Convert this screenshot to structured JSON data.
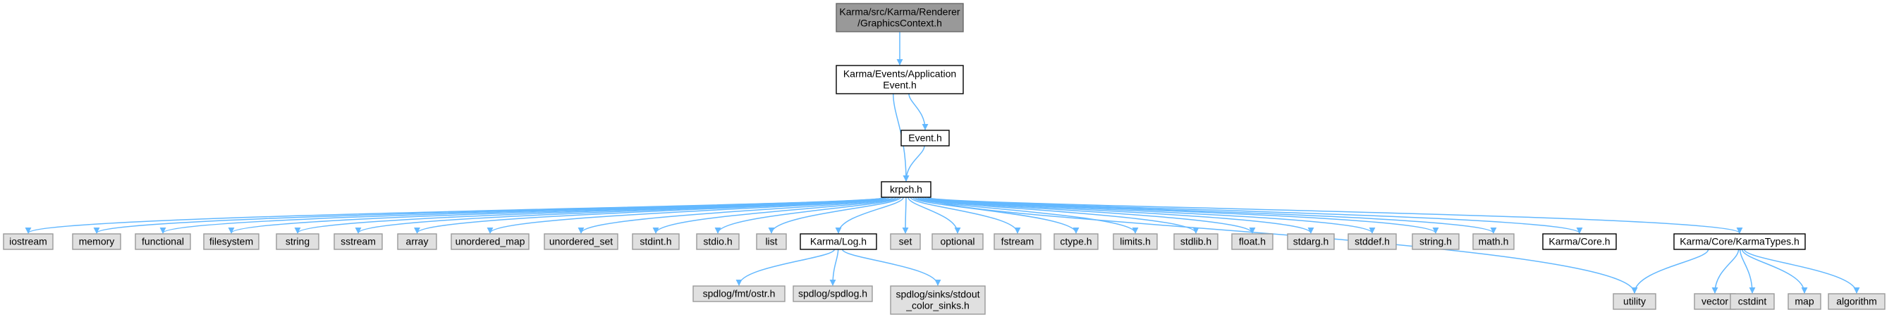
{
  "colors": {
    "edge": "#63b8ff",
    "root_fill": "#999999",
    "root_border": "#666666",
    "local_fill": "#ffffff",
    "local_border": "#000000",
    "system_fill": "#e0e0e0",
    "system_border": "#999999"
  },
  "nodes": {
    "graphics_context": {
      "lines": [
        "Karma/src/Karma/Renderer",
        "/GraphicsContext.h"
      ],
      "kind": "root"
    },
    "app_event": {
      "lines": [
        "Karma/Events/Application",
        "Event.h"
      ],
      "kind": "local"
    },
    "event": {
      "lines": [
        "Event.h"
      ],
      "kind": "local"
    },
    "krpch": {
      "lines": [
        "krpch.h"
      ],
      "kind": "local"
    },
    "iostream": {
      "lines": [
        "iostream"
      ],
      "kind": "system"
    },
    "memory": {
      "lines": [
        "memory"
      ],
      "kind": "system"
    },
    "functional": {
      "lines": [
        "functional"
      ],
      "kind": "system"
    },
    "filesystem": {
      "lines": [
        "filesystem"
      ],
      "kind": "system"
    },
    "string": {
      "lines": [
        "string"
      ],
      "kind": "system"
    },
    "sstream": {
      "lines": [
        "sstream"
      ],
      "kind": "system"
    },
    "array": {
      "lines": [
        "array"
      ],
      "kind": "system"
    },
    "unordered_map": {
      "lines": [
        "unordered_map"
      ],
      "kind": "system"
    },
    "unordered_set": {
      "lines": [
        "unordered_set"
      ],
      "kind": "system"
    },
    "stdint": {
      "lines": [
        "stdint.h"
      ],
      "kind": "system"
    },
    "stdio": {
      "lines": [
        "stdio.h"
      ],
      "kind": "system"
    },
    "list": {
      "lines": [
        "list"
      ],
      "kind": "system"
    },
    "log": {
      "lines": [
        "Karma/Log.h"
      ],
      "kind": "local"
    },
    "set": {
      "lines": [
        "set"
      ],
      "kind": "system"
    },
    "optional": {
      "lines": [
        "optional"
      ],
      "kind": "system"
    },
    "fstream": {
      "lines": [
        "fstream"
      ],
      "kind": "system"
    },
    "ctype": {
      "lines": [
        "ctype.h"
      ],
      "kind": "system"
    },
    "limits": {
      "lines": [
        "limits.h"
      ],
      "kind": "system"
    },
    "stdlib": {
      "lines": [
        "stdlib.h"
      ],
      "kind": "system"
    },
    "float": {
      "lines": [
        "float.h"
      ],
      "kind": "system"
    },
    "stdarg": {
      "lines": [
        "stdarg.h"
      ],
      "kind": "system"
    },
    "stddef": {
      "lines": [
        "stddef.h"
      ],
      "kind": "system"
    },
    "string_h": {
      "lines": [
        "string.h"
      ],
      "kind": "system"
    },
    "math": {
      "lines": [
        "math.h"
      ],
      "kind": "system"
    },
    "core": {
      "lines": [
        "Karma/Core.h"
      ],
      "kind": "local"
    },
    "karma_types": {
      "lines": [
        "Karma/Core/KarmaTypes.h"
      ],
      "kind": "local"
    },
    "ostr": {
      "lines": [
        "spdlog/fmt/ostr.h"
      ],
      "kind": "system"
    },
    "spdlog": {
      "lines": [
        "spdlog/spdlog.h"
      ],
      "kind": "system"
    },
    "stdout_sinks": {
      "lines": [
        "spdlog/sinks/stdout",
        "_color_sinks.h"
      ],
      "kind": "system"
    },
    "utility": {
      "lines": [
        "utility"
      ],
      "kind": "system"
    },
    "vector": {
      "lines": [
        "vector"
      ],
      "kind": "system"
    },
    "cstdint": {
      "lines": [
        "cstdint"
      ],
      "kind": "system"
    },
    "map": {
      "lines": [
        "map"
      ],
      "kind": "system"
    },
    "algorithm": {
      "lines": [
        "algorithm"
      ],
      "kind": "system"
    }
  },
  "edges": [
    [
      "graphics_context",
      "app_event"
    ],
    [
      "app_event",
      "krpch"
    ],
    [
      "app_event",
      "event"
    ],
    [
      "event",
      "krpch"
    ],
    [
      "krpch",
      "iostream"
    ],
    [
      "krpch",
      "memory"
    ],
    [
      "krpch",
      "functional"
    ],
    [
      "krpch",
      "filesystem"
    ],
    [
      "krpch",
      "string"
    ],
    [
      "krpch",
      "sstream"
    ],
    [
      "krpch",
      "array"
    ],
    [
      "krpch",
      "unordered_map"
    ],
    [
      "krpch",
      "unordered_set"
    ],
    [
      "krpch",
      "stdint"
    ],
    [
      "krpch",
      "stdio"
    ],
    [
      "krpch",
      "list"
    ],
    [
      "krpch",
      "log"
    ],
    [
      "krpch",
      "set"
    ],
    [
      "krpch",
      "optional"
    ],
    [
      "krpch",
      "fstream"
    ],
    [
      "krpch",
      "ctype"
    ],
    [
      "krpch",
      "limits"
    ],
    [
      "krpch",
      "stdlib"
    ],
    [
      "krpch",
      "float"
    ],
    [
      "krpch",
      "stdarg"
    ],
    [
      "krpch",
      "stddef"
    ],
    [
      "krpch",
      "string_h"
    ],
    [
      "krpch",
      "math"
    ],
    [
      "krpch",
      "core"
    ],
    [
      "krpch",
      "karma_types"
    ],
    [
      "krpch",
      "utility"
    ],
    [
      "log",
      "ostr"
    ],
    [
      "log",
      "spdlog"
    ],
    [
      "log",
      "stdout_sinks"
    ],
    [
      "karma_types",
      "utility"
    ],
    [
      "karma_types",
      "vector"
    ],
    [
      "karma_types",
      "cstdint"
    ],
    [
      "karma_types",
      "map"
    ],
    [
      "karma_types",
      "algorithm"
    ]
  ]
}
